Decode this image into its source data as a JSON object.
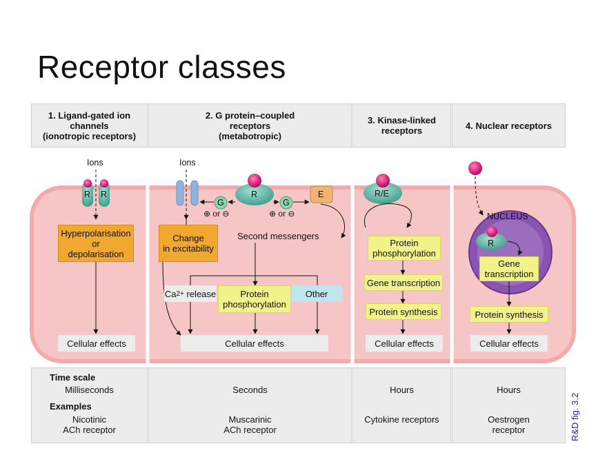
{
  "title": "Receptor classes",
  "figure_ref": "R&D fig. 3.2",
  "headers": [
    "1. Ligand-gated ion\nchannels\n(ionotropic receptors)",
    "2. G protein–coupled\nreceptors\n(metabotropic)",
    "3. Kinase-linked\nreceptors",
    "4. Nuclear receptors"
  ],
  "diagram": {
    "ions_1": "Ions",
    "ions_2": "Ions",
    "receptor_R": "R",
    "receptor_RE": "R/E",
    "g_label": "G",
    "e_label": "E",
    "plus_or_minus": "⊕ or ⊖",
    "nucleus": "NUCLEUS",
    "hyperpolarisation": "Hyperpolarisation\nor\ndepolarisation",
    "change_excitability": "Change\nin excitability",
    "second_messengers": "Second messengers",
    "ca_release_prefix": "Ca",
    "ca_release_sup": "2+",
    "ca_release_suffix": " release",
    "protein_phosphorylation": "Protein\nphosphorylation",
    "other": "Other",
    "protein_phosphorylation_3": "Protein\nphosphorylation",
    "gene_transcription_3": "Gene transcription",
    "protein_synthesis_3": "Protein synthesis",
    "gene_transcription_4": "Gene\ntranscription",
    "protein_synthesis_4": "Protein synthesis",
    "cellular_effects": "Cellular effects"
  },
  "bottom": {
    "time_scale_label": "Time scale",
    "examples_label": "Examples",
    "times": [
      "Milliseconds",
      "Seconds",
      "Hours",
      "Hours"
    ],
    "examples": [
      "Nicotinic\nACh receptor",
      "Muscarinic\nACh receptor",
      "Cytokine receptors",
      "Oestrogen\nreceptor"
    ]
  },
  "colors": {
    "cell_fill": "#f6c6c6",
    "cell_border": "#f2aaaa",
    "ligand": "#e0157a",
    "receptor": "#5fb9a8",
    "nucleus": "#8a55b0",
    "ion_channel": "#8fb3e0",
    "orange_box": "#f0a830",
    "yellow_box": "#f2f28a",
    "cyan_box": "#bfe6ee",
    "figure_ref": "#1c1cc4"
  }
}
